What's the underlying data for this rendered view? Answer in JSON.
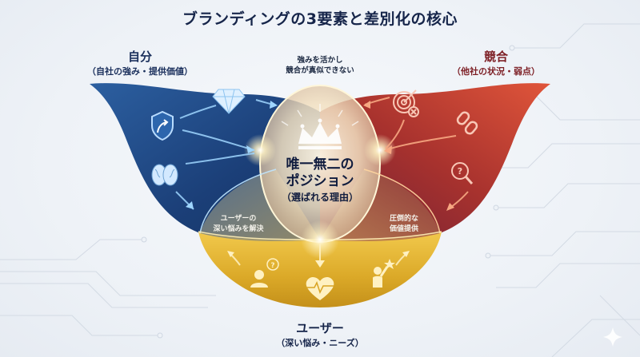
{
  "title": "ブランディングの3要素と差別化の核心",
  "self": {
    "heading": "自分",
    "subheading": "（自社の強み・提供価値）",
    "color": "#1f4e8c",
    "icons": [
      "shield-arrow-icon",
      "diamond-icon",
      "brain-icon"
    ]
  },
  "competitor": {
    "heading": "競合",
    "subheading": "（他社の状況・弱点）",
    "color": "#a3322e",
    "icons": [
      "target-miss-icon",
      "broken-link-icon",
      "question-magnifier-icon"
    ]
  },
  "user": {
    "heading": "ユーザー",
    "subheading": "（深い悩み・ニーズ）",
    "color": "#e0b12a",
    "icons": [
      "person-question-icon",
      "heart-pulse-icon",
      "person-star-icon"
    ]
  },
  "top_note": {
    "line1": "強みを活かし",
    "line2": "競合が真似できない"
  },
  "center": {
    "line1": "唯一無二の",
    "line2": "ポジション",
    "sub": "（選ばれる理由）",
    "icon": "crown-icon"
  },
  "overlap_self_user": {
    "line1": "ユーザーの",
    "line2": "深い悩みを解決"
  },
  "overlap_comp_user": {
    "line1": "圧倒的な",
    "line2": "価値提供"
  },
  "decor": {
    "corner_icon": "sparkle-icon"
  }
}
